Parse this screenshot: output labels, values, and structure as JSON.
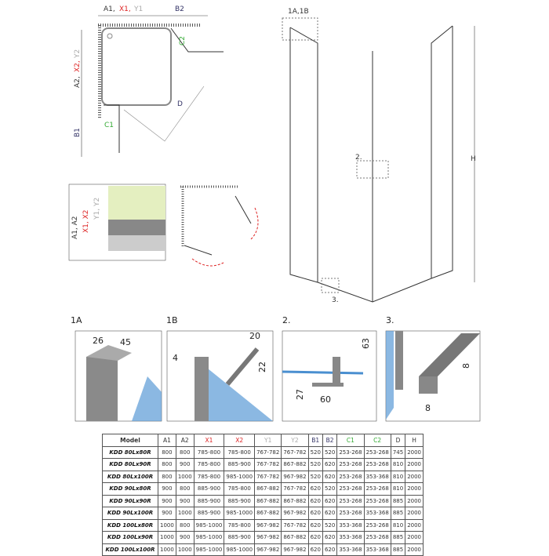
{
  "plan": {
    "a1": "A1,",
    "x1": "X1,",
    "y1": "Y1",
    "b2": "B2",
    "a2": "A2,",
    "x2": "X2,",
    "y2": "Y2",
    "b1": "B1",
    "c1": "C1",
    "c2": "C2",
    "d": "D"
  },
  "detail_section": {
    "a1a2": "A1, A2",
    "x1x2": "X1, X2",
    "y1y2": "Y1, Y2"
  },
  "front": {
    "label_1ab": "1A,1B",
    "label_2": "2.",
    "label_3": "3.",
    "h": "H"
  },
  "details": [
    {
      "title": "1A",
      "dims": [
        "26",
        "45"
      ]
    },
    {
      "title": "1B",
      "dims": [
        "20",
        "4",
        "22"
      ]
    },
    {
      "title": "2.",
      "dims": [
        "63",
        "27",
        "60"
      ]
    },
    {
      "title": "3.",
      "dims": [
        "8",
        "8"
      ]
    }
  ],
  "colors": {
    "red": "#dd2222",
    "gray": "#aaaaaa",
    "green": "#33aa33",
    "blue": "#4a8fd0"
  },
  "table": {
    "headers": [
      "Model",
      "A1",
      "A2",
      "X1",
      "X2",
      "Y1",
      "Y2",
      "B1",
      "B2",
      "C1",
      "C2",
      "D",
      "H"
    ],
    "rows": [
      [
        "KDD 80Lx80R",
        "800",
        "800",
        "785-800",
        "785-800",
        "767-782",
        "767-782",
        "520",
        "520",
        "253-268",
        "253-268",
        "745",
        "2000"
      ],
      [
        "KDD 80Lx90R",
        "800",
        "900",
        "785-800",
        "885-900",
        "767-782",
        "867-882",
        "520",
        "620",
        "253-268",
        "253-268",
        "810",
        "2000"
      ],
      [
        "KDD 80Lx100R",
        "800",
        "1000",
        "785-800",
        "985-1000",
        "767-782",
        "967-982",
        "520",
        "620",
        "253-268",
        "353-368",
        "810",
        "2000"
      ],
      [
        "KDD 90Lx80R",
        "900",
        "800",
        "885-900",
        "785-800",
        "867-882",
        "767-782",
        "620",
        "520",
        "253-268",
        "253-268",
        "810",
        "2000"
      ],
      [
        "KDD 90Lx90R",
        "900",
        "900",
        "885-900",
        "885-900",
        "867-882",
        "867-882",
        "620",
        "620",
        "253-268",
        "253-268",
        "885",
        "2000"
      ],
      [
        "KDD 90Lx100R",
        "900",
        "1000",
        "885-900",
        "985-1000",
        "867-882",
        "967-982",
        "620",
        "620",
        "253-268",
        "353-368",
        "885",
        "2000"
      ],
      [
        "KDD 100Lx80R",
        "1000",
        "800",
        "985-1000",
        "785-800",
        "967-982",
        "767-782",
        "620",
        "520",
        "353-368",
        "253-268",
        "810",
        "2000"
      ],
      [
        "KDD 100Lx90R",
        "1000",
        "900",
        "985-1000",
        "885-900",
        "967-982",
        "867-882",
        "620",
        "620",
        "353-368",
        "253-268",
        "885",
        "2000"
      ],
      [
        "KDD 100Lx100R",
        "1000",
        "1000",
        "985-1000",
        "985-1000",
        "967-982",
        "967-982",
        "620",
        "620",
        "353-368",
        "353-368",
        "885",
        "2000"
      ]
    ]
  }
}
